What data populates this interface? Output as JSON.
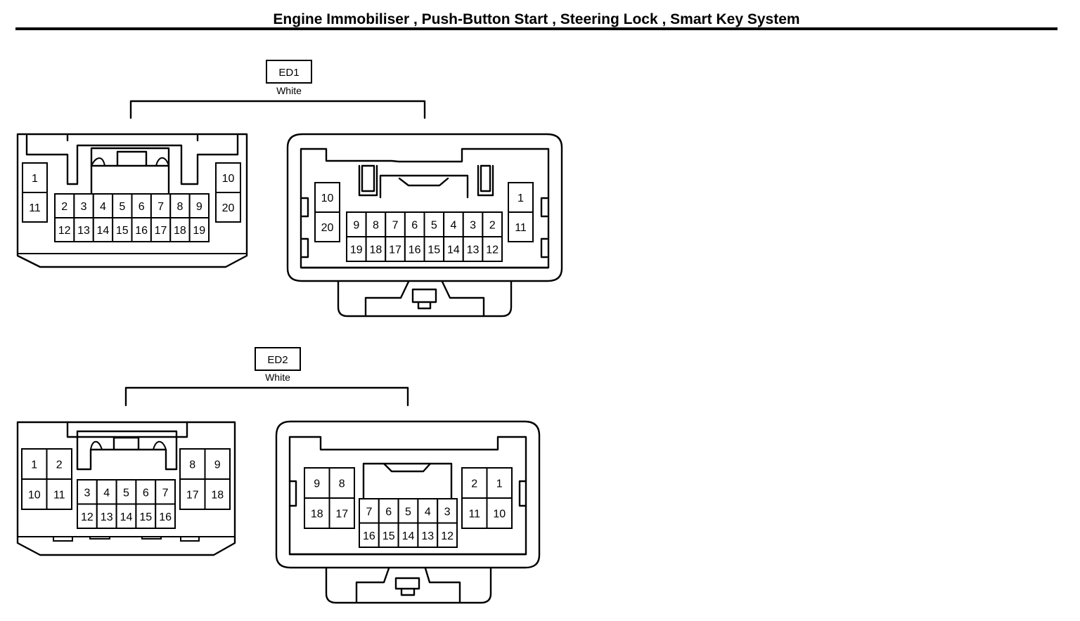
{
  "header": {
    "title": "Engine Immobiliser , Push-Button Start , Steering Lock , Smart Key System"
  },
  "connectors": [
    {
      "id": "ED1",
      "color": "White",
      "views": [
        {
          "name": "harness-side",
          "blocks": [
            {
              "rows": [
                [
                  "1"
                ],
                [
                  "11"
                ]
              ]
            },
            {
              "rows": [
                [
                  "2",
                  "3",
                  "4",
                  "5",
                  "6",
                  "7",
                  "8",
                  "9"
                ],
                [
                  "12",
                  "13",
                  "14",
                  "15",
                  "16",
                  "17",
                  "18",
                  "19"
                ]
              ]
            },
            {
              "rows": [
                [
                  "10"
                ],
                [
                  "20"
                ]
              ]
            }
          ]
        },
        {
          "name": "device-side",
          "blocks": [
            {
              "rows": [
                [
                  "10"
                ],
                [
                  "20"
                ]
              ]
            },
            {
              "rows": [
                [
                  "9",
                  "8",
                  "7",
                  "6",
                  "5",
                  "4",
                  "3",
                  "2"
                ],
                [
                  "19",
                  "18",
                  "17",
                  "16",
                  "15",
                  "14",
                  "13",
                  "12"
                ]
              ]
            },
            {
              "rows": [
                [
                  "1"
                ],
                [
                  "11"
                ]
              ]
            }
          ]
        }
      ]
    },
    {
      "id": "ED2",
      "color": "White",
      "views": [
        {
          "name": "harness-side",
          "blocks": [
            {
              "rows": [
                [
                  "1",
                  "2"
                ],
                [
                  "10",
                  "11"
                ]
              ]
            },
            {
              "rows": [
                [
                  "3",
                  "4",
                  "5",
                  "6",
                  "7"
                ],
                [
                  "12",
                  "13",
                  "14",
                  "15",
                  "16"
                ]
              ]
            },
            {
              "rows": [
                [
                  "8",
                  "9"
                ],
                [
                  "17",
                  "18"
                ]
              ]
            }
          ]
        },
        {
          "name": "device-side",
          "blocks": [
            {
              "rows": [
                [
                  "9",
                  "8"
                ],
                [
                  "18",
                  "17"
                ]
              ]
            },
            {
              "rows": [
                [
                  "7",
                  "6",
                  "5",
                  "4",
                  "3"
                ],
                [
                  "16",
                  "15",
                  "14",
                  "13",
                  "12"
                ]
              ]
            },
            {
              "rows": [
                [
                  "2",
                  "1"
                ],
                [
                  "11",
                  "10"
                ]
              ]
            }
          ]
        }
      ]
    }
  ]
}
